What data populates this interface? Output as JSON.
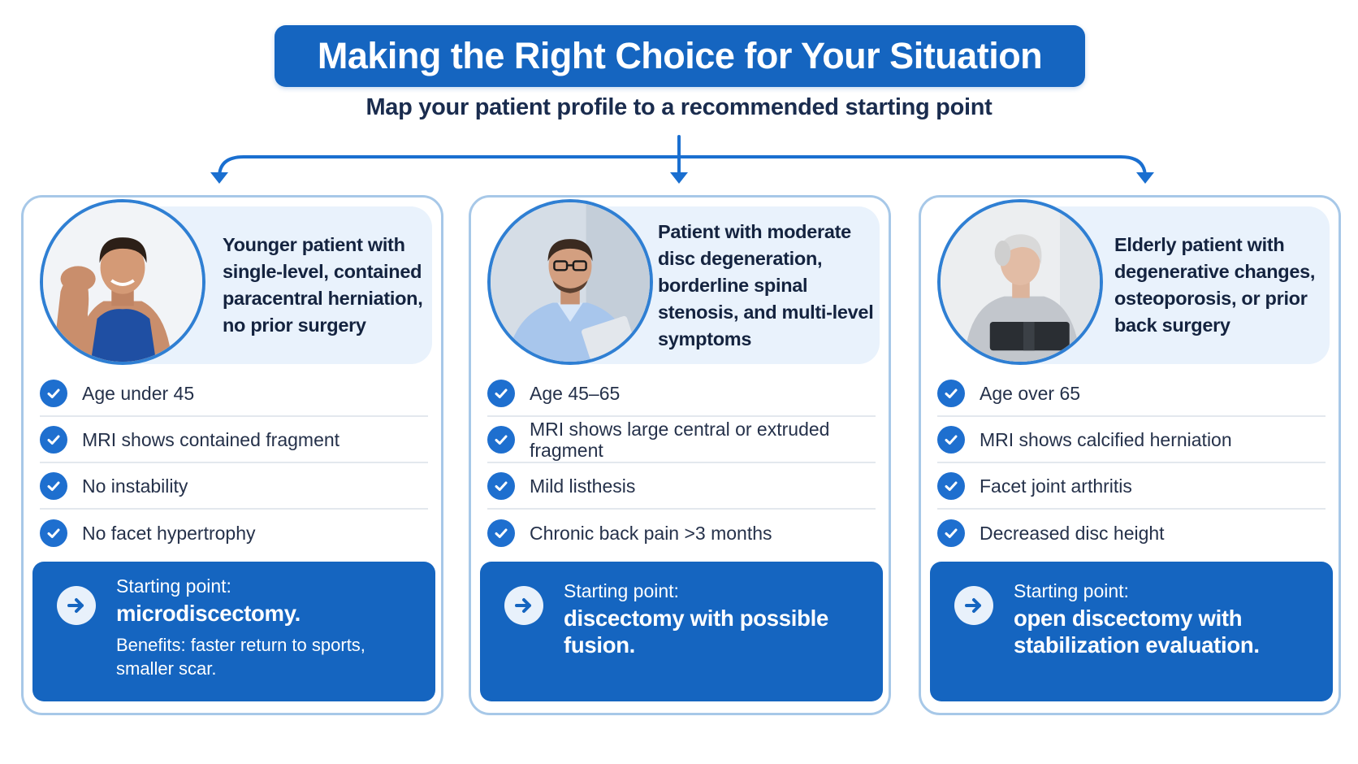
{
  "title": "Making the Right Choice for Your Situation",
  "subtitle": "Map your patient profile to a recommended starting point",
  "colors": {
    "primary": "#1565c0",
    "check": "#1e6fcf",
    "card_border": "#a7c8e8",
    "profile_bg": "#e9f2fc"
  },
  "columns": [
    {
      "profile": "Younger patient with single-level, contained paracentral herniation, no prior surgery",
      "avatar": "young-athletic-man-photo",
      "criteria": [
        "Age under 45",
        "MRI shows contained fragment",
        "No instability",
        "No facet hypertrophy"
      ],
      "starting_point_label": "Starting point:",
      "starting_point": "microdiscectomy.",
      "benefits": "Benefits: faster return to sports, smaller scar."
    },
    {
      "profile": "Patient with moderate disc degeneration, borderline spinal stenosis, and multi-level symptoms",
      "avatar": "middle-aged-man-with-glasses-photo",
      "criteria": [
        "Age 45–65",
        "MRI shows large central or extruded fragment",
        "Mild listhesis",
        "Chronic back pain >3 months"
      ],
      "starting_point_label": "Starting point:",
      "starting_point": "discectomy with possible fusion.",
      "benefits": ""
    },
    {
      "profile": "Elderly patient with degenerative changes, osteoporosis, or prior back surgery",
      "avatar": "elderly-woman-with-back-brace-photo",
      "criteria": [
        "Age over 65",
        "MRI shows calcified herniation",
        "Facet joint arthritis",
        "Decreased disc height"
      ],
      "starting_point_label": "Starting point:",
      "starting_point": "open discectomy with stabilization evaluation.",
      "benefits": ""
    }
  ]
}
